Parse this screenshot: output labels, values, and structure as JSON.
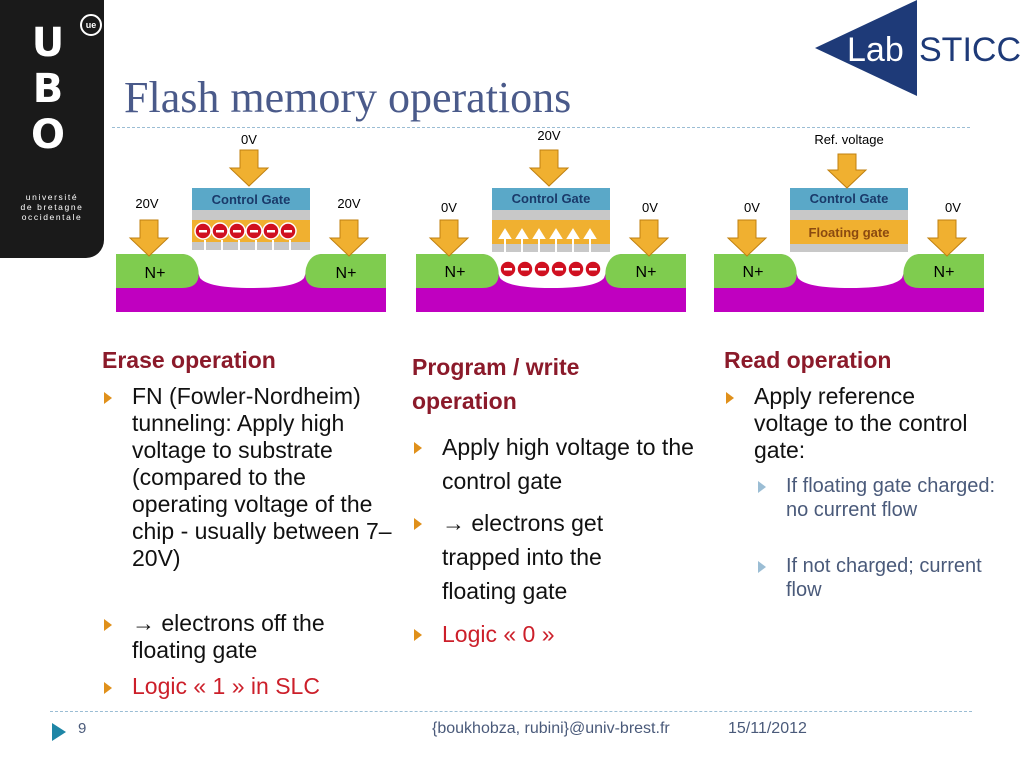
{
  "logo": {
    "letters": [
      "U",
      "B",
      "O"
    ],
    "superscript": "ue",
    "text": [
      "université",
      "de bretagne",
      "occidentale"
    ]
  },
  "title": "Flash memory operations",
  "lab_logo": {
    "text_lab": "Lab",
    "text_dash": "-",
    "text_sticc": "STICC"
  },
  "diagrams": {
    "erase": {
      "top": "0V",
      "left": "20V",
      "right": "20V",
      "gate": "Control Gate",
      "left_region": "N+",
      "right_region": "N+"
    },
    "program": {
      "top": "20V",
      "left": "0V",
      "right": "0V",
      "gate": "Control Gate",
      "left_region": "N+",
      "right_region": "N+"
    },
    "read": {
      "top": "Ref. voltage",
      "left": "0V",
      "right": "0V",
      "gate": "Control Gate",
      "floating": "Floating gate",
      "left_region": "N+",
      "right_region": "N+"
    }
  },
  "columns": {
    "erase": {
      "heading": "Erase operation",
      "bullets": [
        "FN (Fowler-Nordheim) tunneling: Apply high voltage to substrate (compared to the operating voltage of the chip - usually between 7–20V)",
        "→ electrons off the floating gate",
        "Logic « 1 » in SLC"
      ]
    },
    "program": {
      "heading": "Program / write operation",
      "bullets": [
        "Apply high voltage to the control gate",
        "→ electrons get trapped into the floating gate",
        "Logic « 0 »"
      ]
    },
    "read": {
      "heading": "Read operation",
      "bullets": [
        "Apply reference voltage to the control gate:"
      ],
      "sub_bullets": [
        "If floating gate charged: no current flow",
        "If not charged; current flow"
      ]
    }
  },
  "footer": {
    "page": "9",
    "email": "{boukhobza, rubini}@univ-brest.fr",
    "date": "15/11/2012"
  },
  "colors": {
    "title": "#4a5a8a",
    "heading": "#8b1a2a",
    "highlight": "#cc1f2a",
    "bullet": "#e0901a",
    "substrate": "#c000c0",
    "n_region": "#7fcc4f",
    "control_gate": "#5aa8c8",
    "floating_gate": "#f0b030"
  }
}
